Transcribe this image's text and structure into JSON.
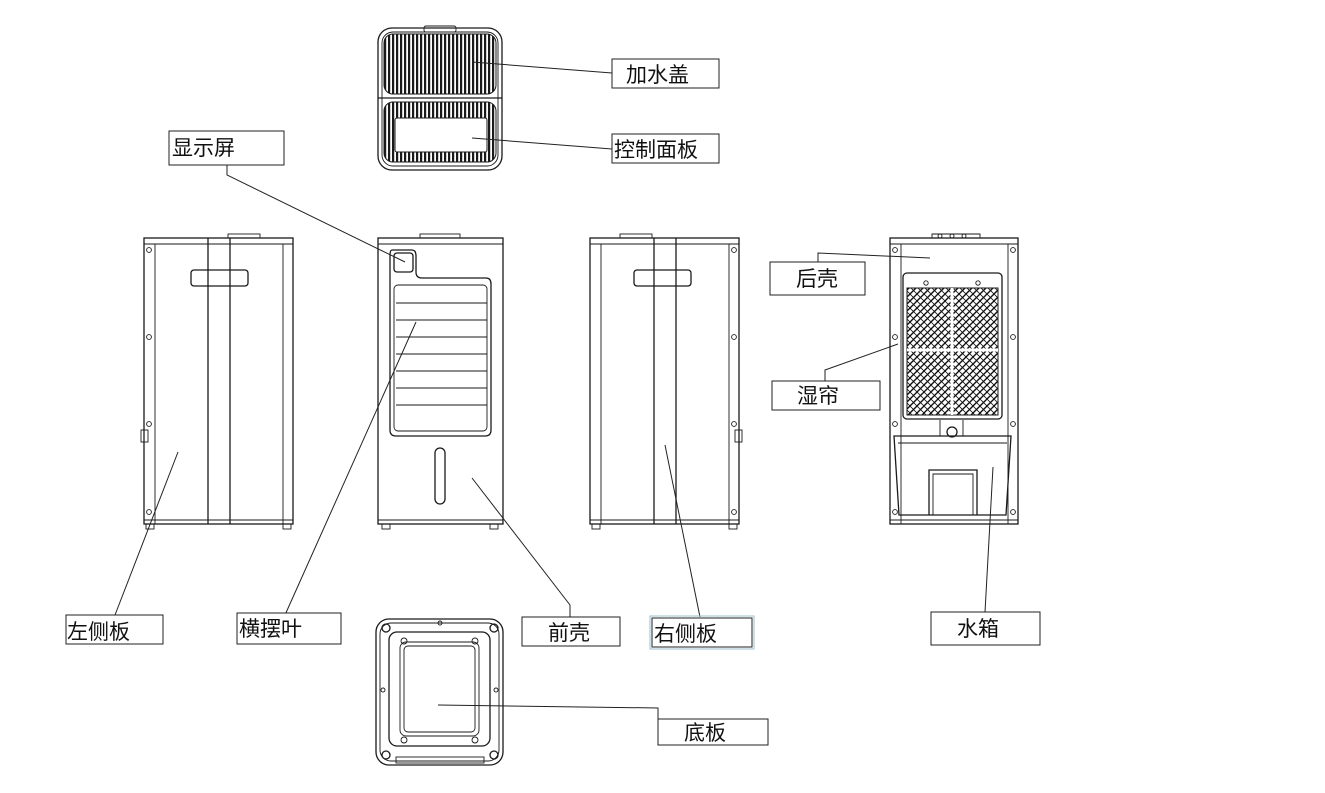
{
  "labels": {
    "fill_cover": "加水盖",
    "control_panel": "控制面板",
    "display": "显示屏",
    "rear_shell": "后壳",
    "cooling_pad": "湿帘",
    "left_panel": "左侧板",
    "louver": "横摆叶",
    "front_shell": "前壳",
    "right_panel": "右侧板",
    "water_tank": "水箱",
    "base_plate": "底板"
  },
  "colors": {
    "line": "#1a1a1a",
    "background": "#ffffff",
    "highlight_box": "#9fbfd0"
  }
}
